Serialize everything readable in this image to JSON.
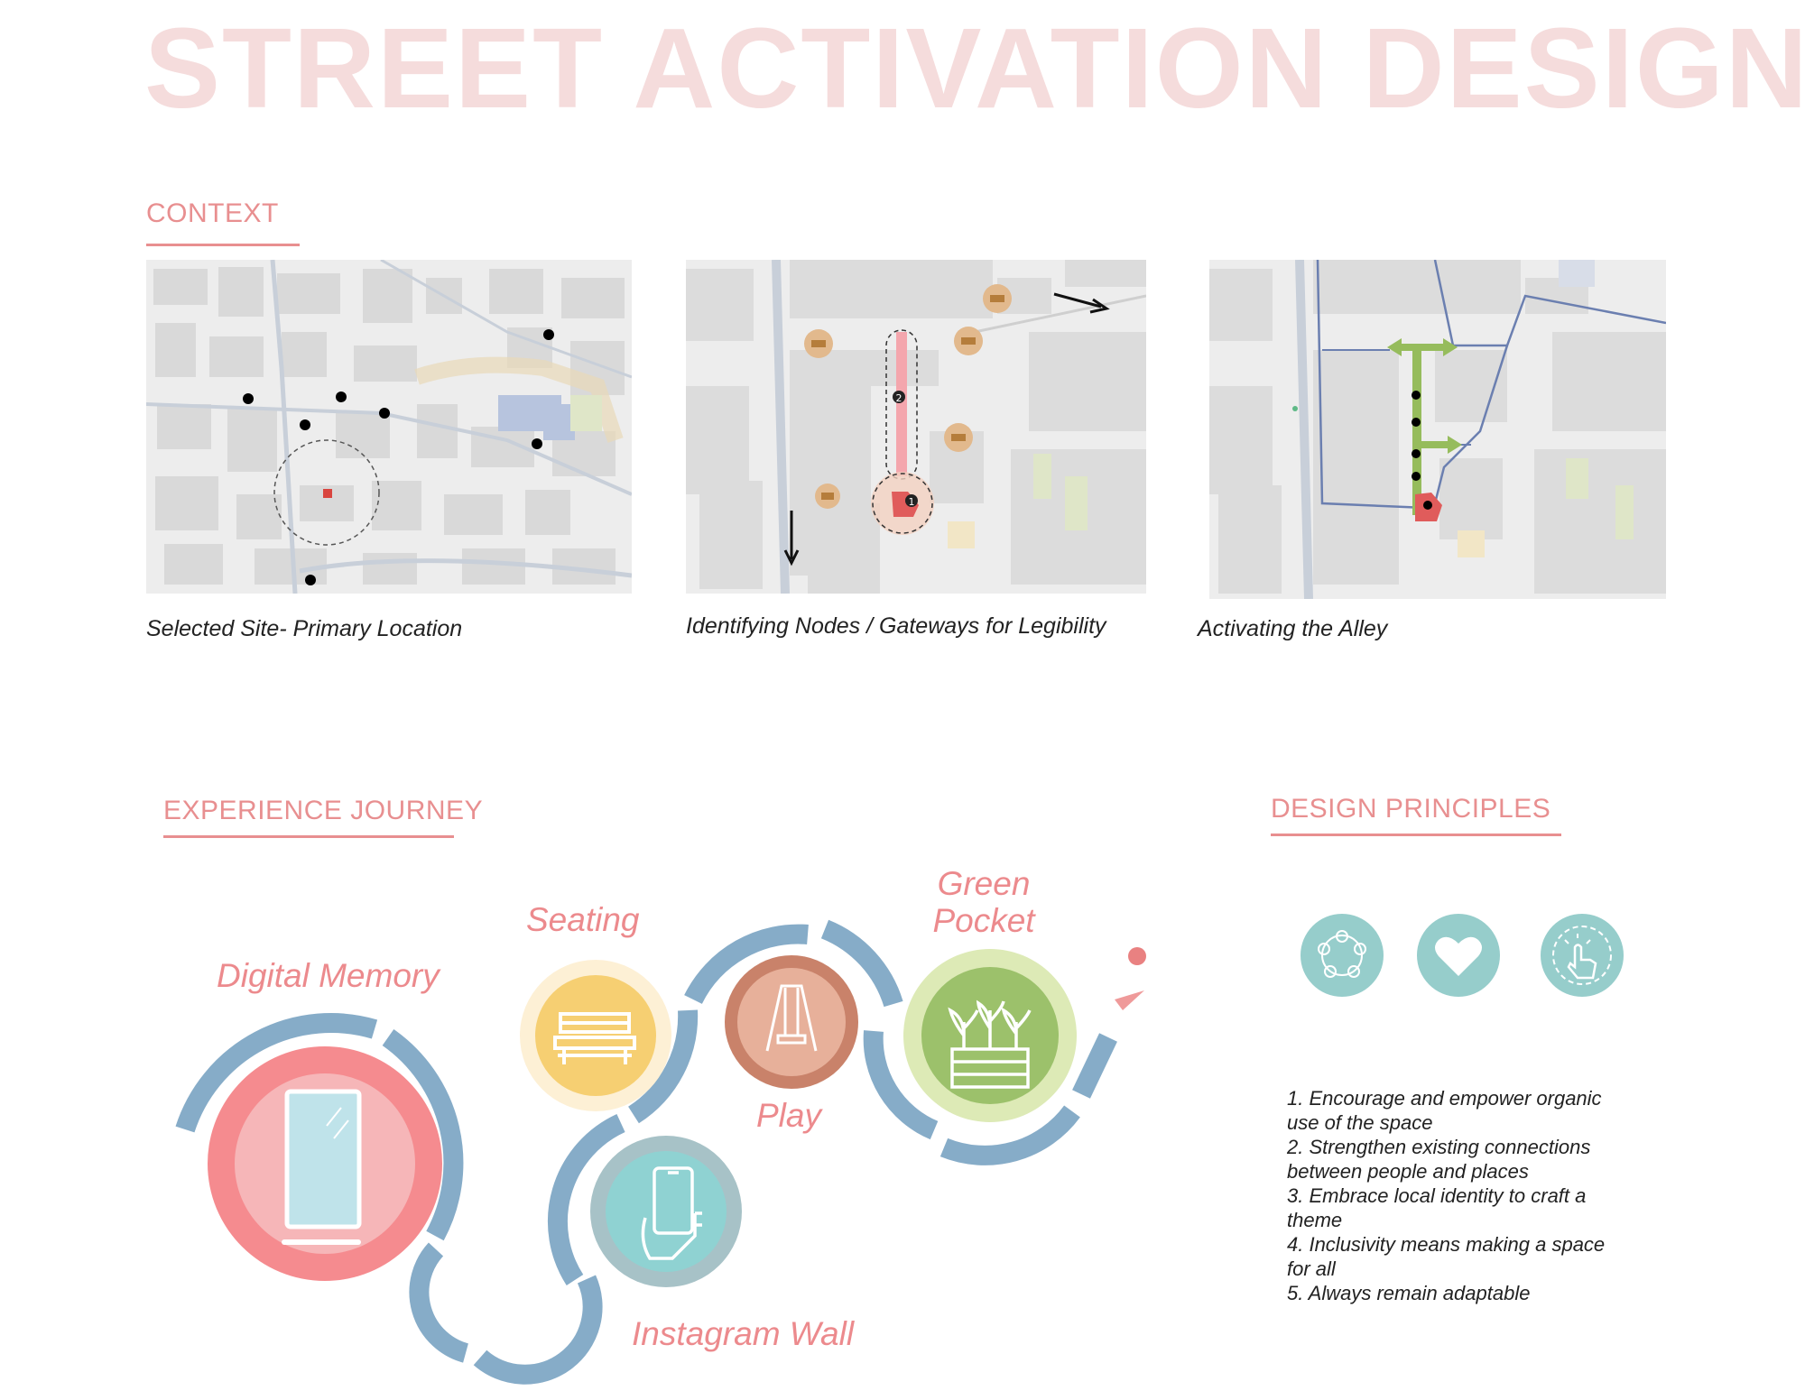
{
  "title": "STREET ACTIVATION DESIGN",
  "context": {
    "heading": "CONTEXT",
    "maps": [
      {
        "caption": "Selected Site- Primary Location"
      },
      {
        "caption": "Identifying Nodes / Gateways for Legibility"
      },
      {
        "caption": "Activating the Alley"
      }
    ],
    "node_labels": [
      "2",
      "1"
    ]
  },
  "experience": {
    "heading": "EXPERIENCE JOURNEY",
    "stops": [
      {
        "label": "Digital Memory",
        "icon": "mirror-screen-icon",
        "color": "#f58b8f"
      },
      {
        "label": "Seating",
        "icon": "bench-icon",
        "color": "#f6cf72"
      },
      {
        "label": "Play",
        "icon": "swing-icon",
        "color": "#c9826a"
      },
      {
        "label": "Green Pocket",
        "icon": "planter-icon",
        "color": "#9cc16b"
      },
      {
        "label": "Instagram Wall",
        "icon": "phone-hand-icon",
        "color": "#8fd2d2"
      }
    ],
    "path_color": "#86acc8"
  },
  "principles": {
    "heading": "DESIGN PRINCIPLES",
    "icons": [
      "community-circle-icon",
      "heart-icon",
      "touch-tap-icon"
    ],
    "icon_color": "#96cdcb",
    "items": [
      "1. Encourage and empower organic",
      "use of the space",
      "2. Strengthen existing connections",
      "between people and places",
      "3. Embrace local identity to craft a",
      "theme",
      "4. Inclusivity means making a space",
      "for all",
      "5. Always remain adaptable"
    ]
  }
}
